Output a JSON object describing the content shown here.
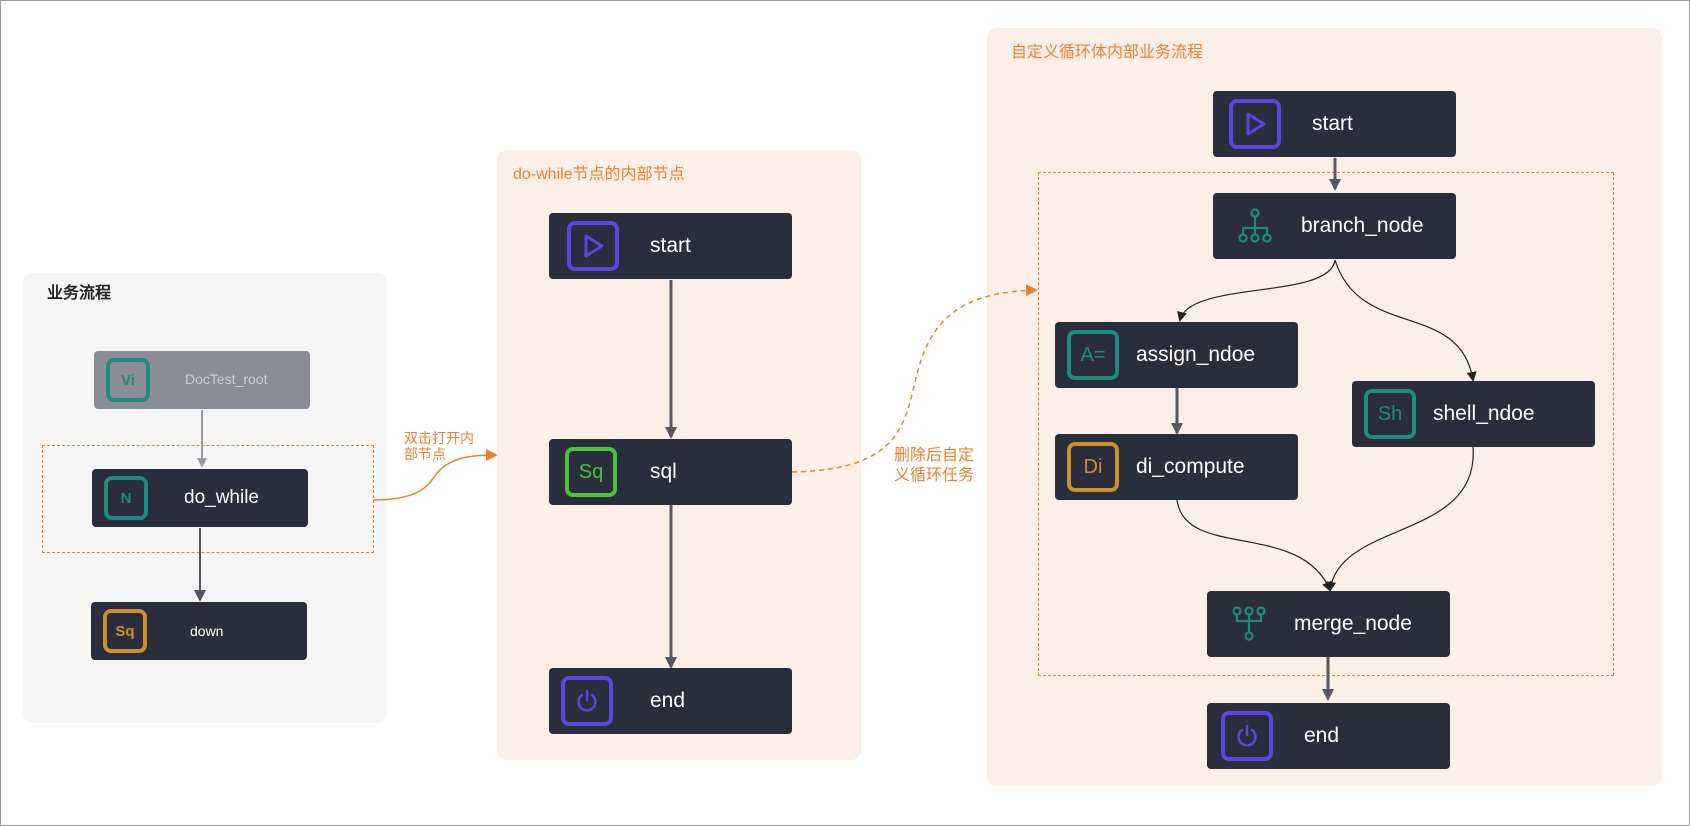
{
  "panels": {
    "workflow_title": "业务流程",
    "dowhile_title": "do-while节点的内部节点",
    "custom_title": "自定义循环体内部业务流程"
  },
  "workflow": {
    "root": {
      "label": "DocTest_root",
      "icon_text": "Vi"
    },
    "do_while": {
      "label": "do_while",
      "icon_text": "N"
    },
    "down": {
      "label": "down",
      "icon_text": "Sq"
    }
  },
  "dowhile_inner": {
    "start": {
      "label": "start",
      "icon": "play-icon"
    },
    "sql": {
      "label": "sql",
      "icon_text": "Sq"
    },
    "end": {
      "label": "end",
      "icon": "power-icon"
    }
  },
  "custom_loop": {
    "start": {
      "label": "start",
      "icon": "play-icon"
    },
    "branch": {
      "label": "branch_node",
      "icon": "branch-tree-icon"
    },
    "assign": {
      "label": "assign_ndoe",
      "icon_text": "A="
    },
    "shell": {
      "label": "shell_ndoe",
      "icon_text": "Sh"
    },
    "di": {
      "label": "di_compute",
      "icon_text": "Di"
    },
    "merge": {
      "label": "merge_node",
      "icon": "merge-tree-icon"
    },
    "end": {
      "label": "end",
      "icon": "power-icon"
    }
  },
  "annotations": {
    "double_click_1": "双击打开内",
    "double_click_2": "部节点",
    "delete_custom_1": "删除后自定",
    "delete_custom_2": "义循环任务"
  },
  "colors": {
    "accent_orange": "#e8822f",
    "node_dark": "#2a2d3b",
    "purple": "#5b46e0",
    "teal": "#1f8a7e",
    "green": "#4cc43a",
    "gold": "#c8902f"
  }
}
